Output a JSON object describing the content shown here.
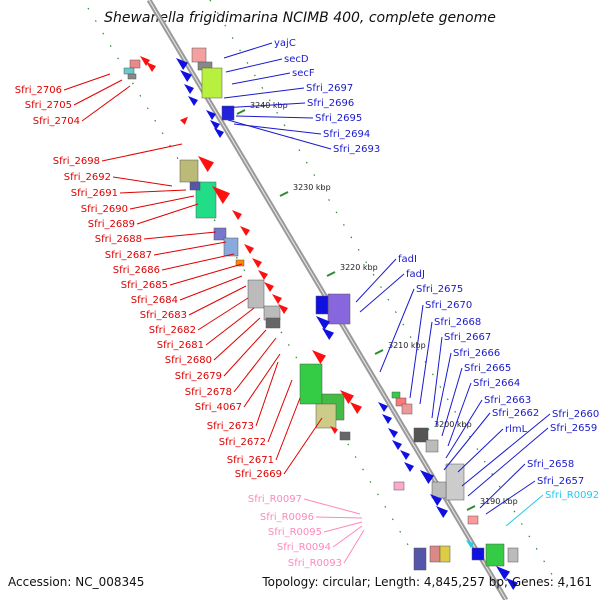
{
  "title": "Shewanella frigidimarina NCIMB 400, complete genome",
  "accession": "Accession: NC_008345",
  "topology": "Topology: circular; Length: 4,845,257 bp; Genes: 4,161",
  "colors": {
    "forward_label": "#1a1acc",
    "reverse_label": "#e00000",
    "rna_label": "#ff88bb",
    "trna_label": "#22ccee",
    "backbone": "#a0a0a0",
    "tick": "#2e8b2e"
  },
  "ticks": [
    {
      "label": "3240 kbp"
    },
    {
      "label": "3230 kbp"
    },
    {
      "label": "3220 kbp"
    },
    {
      "label": "3210 kbp"
    },
    {
      "label": "3200 kbp"
    },
    {
      "label": "3190 kbp"
    }
  ],
  "forward_labels": [
    {
      "text": "yajC"
    },
    {
      "text": "secD"
    },
    {
      "text": "secF"
    },
    {
      "text": "Sfri_2697"
    },
    {
      "text": "Sfri_2696"
    },
    {
      "text": "Sfri_2695"
    },
    {
      "text": "Sfri_2694"
    },
    {
      "text": "Sfri_2693"
    },
    {
      "text": "fadI"
    },
    {
      "text": "fadJ"
    },
    {
      "text": "Sfri_2675"
    },
    {
      "text": "Sfri_2670"
    },
    {
      "text": "Sfri_2668"
    },
    {
      "text": "Sfri_2667"
    },
    {
      "text": "Sfri_2666"
    },
    {
      "text": "Sfri_2665"
    },
    {
      "text": "Sfri_2664"
    },
    {
      "text": "Sfri_2663"
    },
    {
      "text": "Sfri_2662"
    },
    {
      "text": "rlmL"
    },
    {
      "text": "Sfri_2660"
    },
    {
      "text": "Sfri_2659"
    },
    {
      "text": "Sfri_2658"
    },
    {
      "text": "Sfri_2657"
    }
  ],
  "trna_labels": [
    {
      "text": "Sfri_R0092"
    }
  ],
  "reverse_labels": [
    {
      "text": "Sfri_2706"
    },
    {
      "text": "Sfri_2705"
    },
    {
      "text": "Sfri_2704"
    },
    {
      "text": "Sfri_2698"
    },
    {
      "text": "Sfri_2692"
    },
    {
      "text": "Sfri_2691"
    },
    {
      "text": "Sfri_2690"
    },
    {
      "text": "Sfri_2689"
    },
    {
      "text": "Sfri_2688"
    },
    {
      "text": "Sfri_2687"
    },
    {
      "text": "Sfri_2686"
    },
    {
      "text": "Sfri_2685"
    },
    {
      "text": "Sfri_2684"
    },
    {
      "text": "Sfri_2683"
    },
    {
      "text": "Sfri_2682"
    },
    {
      "text": "Sfri_2681"
    },
    {
      "text": "Sfri_2680"
    },
    {
      "text": "Sfri_2679"
    },
    {
      "text": "Sfri_2678"
    },
    {
      "text": "Sfri_4067"
    },
    {
      "text": "Sfri_2673"
    },
    {
      "text": "Sfri_2672"
    },
    {
      "text": "Sfri_2671"
    },
    {
      "text": "Sfri_2669"
    }
  ],
  "rna_labels": [
    {
      "text": "Sfri_R0097"
    },
    {
      "text": "Sfri_R0096"
    },
    {
      "text": "Sfri_R0095"
    },
    {
      "text": "Sfri_R0094"
    },
    {
      "text": "Sfri_R0093"
    }
  ]
}
